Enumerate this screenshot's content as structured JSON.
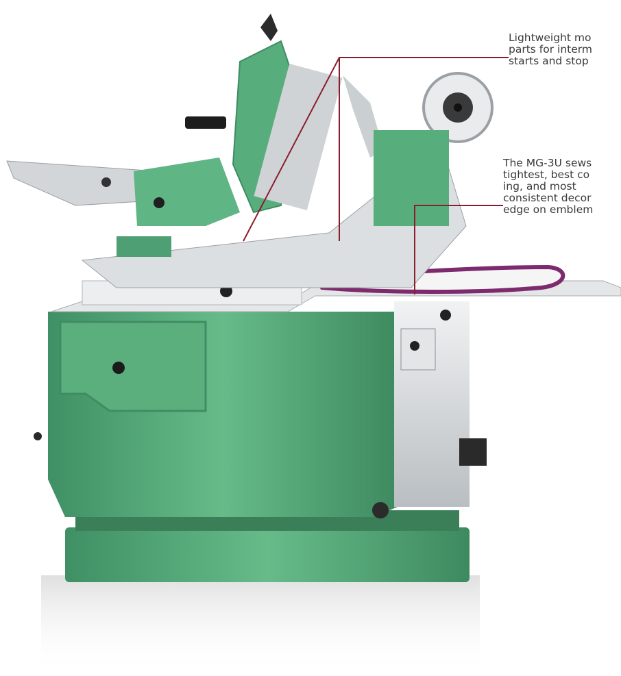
{
  "colors": {
    "machine_green": "#5fb584",
    "machine_green_dark": "#3f8c62",
    "steel": "#d9dcde",
    "leader_line": "#8b1d2c",
    "emblem_purple": "#7d2a6e"
  },
  "callouts": [
    {
      "lines": [
        "Lightweight mo",
        "parts for interm",
        "starts and stop"
      ]
    },
    {
      "lines": [
        "The MG-3U sews",
        "tightest, best co",
        "ing, and most",
        "consistent decor",
        "edge on emblem"
      ]
    }
  ]
}
